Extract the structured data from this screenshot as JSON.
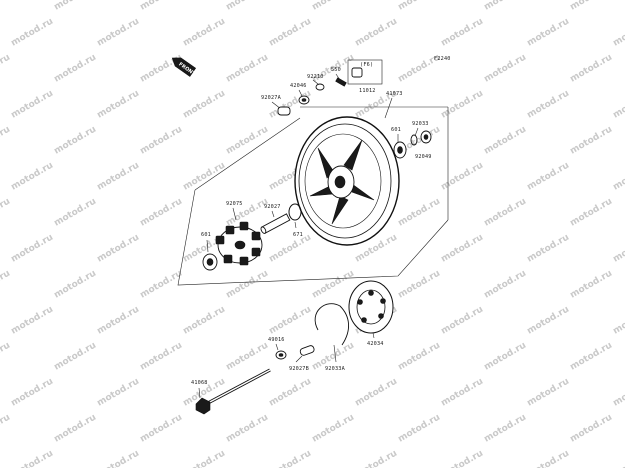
{
  "watermark": "motod.ru",
  "figure_code": "F2240",
  "front_marker": "FRONT",
  "parts": {
    "p550": "550",
    "pF6": "(F6)",
    "p11012": "11012",
    "p92210": "92210",
    "p42046": "42046",
    "p92027a": "92027A",
    "p41073": "41073",
    "p601a": "601",
    "p92033": "92033",
    "p92049": "92049",
    "p92075": "92075",
    "p92027b": "92027",
    "p671": "671",
    "p601b": "601",
    "p49016": "49016",
    "p92027B": "92027B",
    "p92033A": "92033A",
    "p42034": "42034",
    "p41068": "41068"
  }
}
